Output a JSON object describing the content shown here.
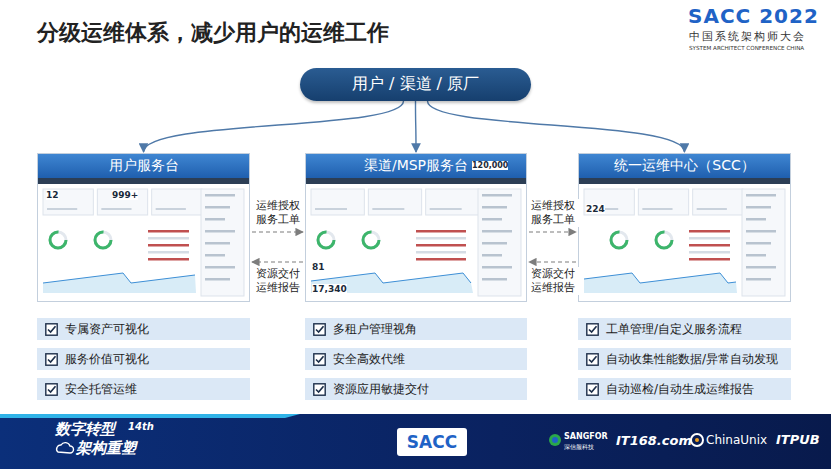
{
  "diagram": {
    "title": "分级运维体系，减少用户的运维工作",
    "nodes": [
      {
        "text": [
          "用户 / 渠道 / 原厂"
        ]
      },
      {
        "text": [
          "用户服务台"
        ]
      },
      {
        "text": [
          "渠道/MSP服务台"
        ]
      },
      {
        "text": [
          "统一运维中心（SCC）"
        ]
      },
      {
        "text": [
          "专属资产可视化"
        ]
      },
      {
        "text": [
          "服务价值可视化"
        ]
      },
      {
        "text": [
          "安全托管运维"
        ]
      },
      {
        "text": [
          "多租户管理视角"
        ]
      },
      {
        "text": [
          "安全高效代维"
        ]
      },
      {
        "text": [
          "资源应用敏捷交付"
        ]
      },
      {
        "text": [
          "工单管理/自定义服务流程"
        ]
      },
      {
        "text": [
          "自动收集性能数据/异常自动发现"
        ]
      },
      {
        "text": [
          "自动巡检/自动生成运维报告"
        ]
      },
      {
        "text": [
          "SACC"
        ]
      }
    ],
    "edges": [
      {
        "from": 0,
        "to": 1,
        "arrow": "to"
      },
      {
        "from": 0,
        "to": 2,
        "arrow": "to"
      },
      {
        "from": 0,
        "to": 3,
        "arrow": "to"
      },
      {
        "from": 1,
        "to": 2,
        "label": "运维授权 服务工单",
        "arrow": "to"
      },
      {
        "from": 2,
        "to": 1,
        "label": "资源交付 运维报告",
        "arrow": "to"
      },
      {
        "from": 2,
        "to": 3,
        "label": "运维授权 服务工单",
        "arrow": "to"
      },
      {
        "from": 3,
        "to": 2,
        "label": "资源交付 运维报告",
        "arrow": "to"
      }
    ],
    "labels": [
      "SACC 2022",
      "中国系统架构师大会",
      "SYSTEM ARCHITECT CONFERENCE CHINA",
      "数字转型",
      "14th",
      "架构重塑",
      "SANGFOR",
      "深信服科技",
      "IT168.com",
      "ChinaUnix",
      "ITPUB",
      "12",
      "999+",
      "120,000",
      "81",
      "17,340",
      "224"
    ]
  }
}
